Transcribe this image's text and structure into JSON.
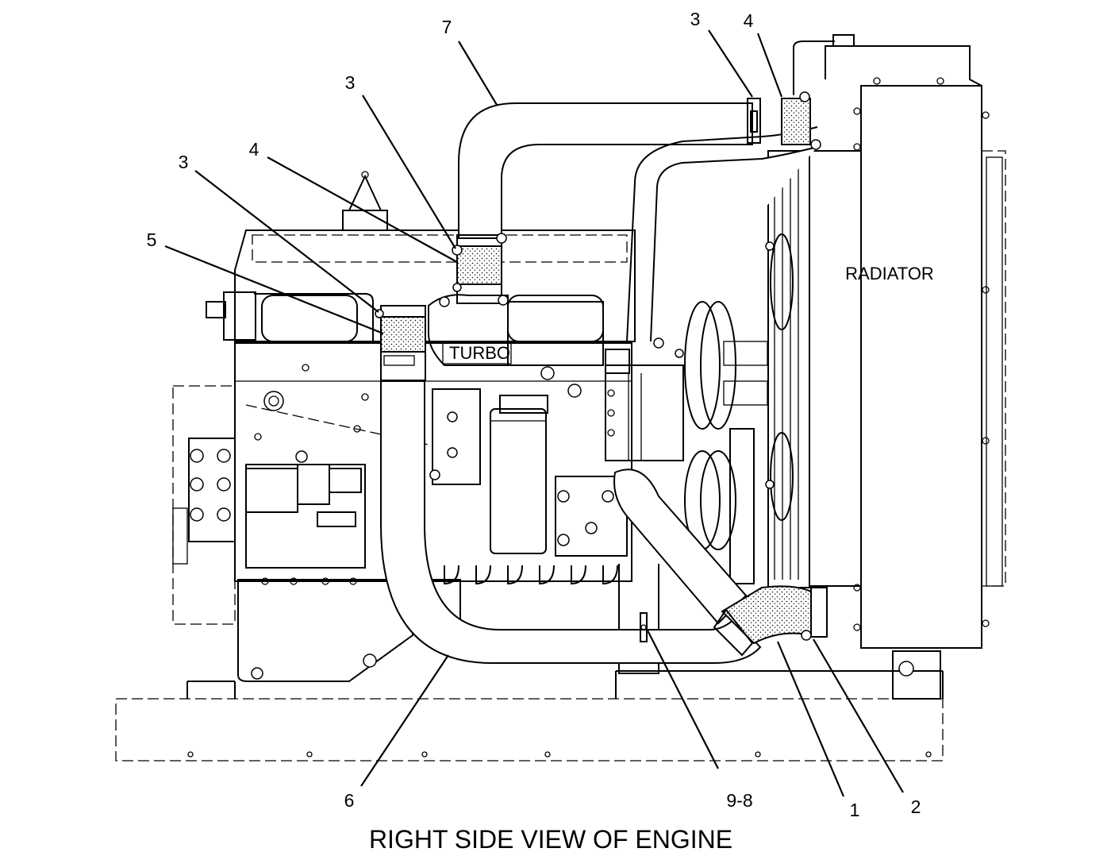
{
  "title": "RIGHT SIDE VIEW OF ENGINE",
  "component_labels": {
    "radiator": "RADIATOR",
    "turbo": "TURBO"
  },
  "callouts": {
    "c7": "7",
    "c3_top_right": "3",
    "c4_top_right": "4",
    "c3_upper": "3",
    "c4_mid": "4",
    "c3_left": "3",
    "c5": "5",
    "c6": "6",
    "c9_8": "9-8",
    "c1": "1",
    "c2": "2"
  }
}
